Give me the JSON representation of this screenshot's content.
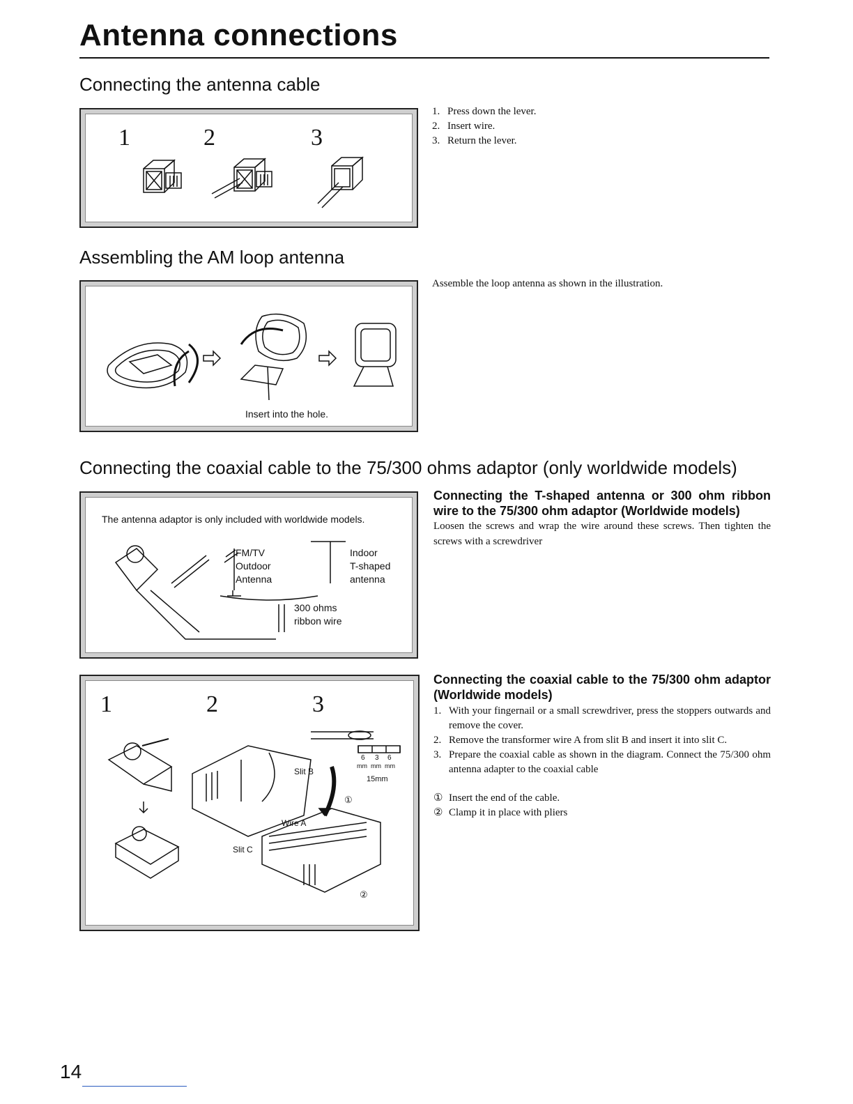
{
  "page": {
    "title": "Antenna connections",
    "page_number": "14"
  },
  "section1": {
    "heading": "Connecting the antenna cable",
    "figure_numbers": [
      "1",
      "2",
      "3"
    ],
    "steps": [
      {
        "num": "1.",
        "text": "Press down the lever."
      },
      {
        "num": "2.",
        "text": "Insert wire."
      },
      {
        "num": "3.",
        "text": "Return the lever."
      }
    ]
  },
  "section2": {
    "heading": "Assembling the AM loop antenna",
    "figure_label": "Insert into the hole.",
    "text": "Assemble the loop antenna as shown in the illustration."
  },
  "section3": {
    "heading": "Connecting the coaxial cable to the 75/300 ohms adaptor (only worldwide models)",
    "figure_top": {
      "note": "The antenna adaptor is only included with worldwide models.",
      "fm_line1": "FM/TV",
      "fm_line2": "Outdoor",
      "fm_line3": "Antenna",
      "indoor_line1": "Indoor",
      "indoor_line2": "T-shaped",
      "indoor_line3": "antenna",
      "ribbon_line1": "300 ohms",
      "ribbon_line2": "ribbon wire"
    },
    "subsection_a": {
      "heading": "Connecting the T-shaped antenna or 300 ohm ribbon wire to the 75/300 ohm adaptor (Worldwide models)",
      "text": "Loosen the screws and wrap the wire around these screws. Then tighten the screws with a screwdriver"
    },
    "figure_bottom": {
      "numbers": [
        "1",
        "2",
        "3"
      ],
      "slit_b": "Slit B",
      "slit_c": "Slit C",
      "wire_a": "Wire A",
      "dims": [
        "6",
        "3",
        "6"
      ],
      "dim_unit": "mm",
      "dim_total": "15mm",
      "circle1": "①",
      "circle2": "②"
    },
    "subsection_b": {
      "heading": "Connecting the coaxial cable to the 75/300 ohm adaptor (Worldwide models)",
      "steps": [
        {
          "num": "1.",
          "text": "With your fingernail or a small screwdriver, press the stoppers outwards and remove the cover."
        },
        {
          "num": "2.",
          "text": "Remove the transformer wire A from slit B and insert it into slit C."
        },
        {
          "num": "3.",
          "text": "Prepare the coaxial cable as shown in the diagram. Connect the 75/300 ohm antenna adapter to the coaxial cable"
        }
      ],
      "sub_steps": [
        {
          "num": "①",
          "text": "Insert the end of the cable."
        },
        {
          "num": "②",
          "text": "Clamp it in place with pliers"
        }
      ]
    }
  }
}
